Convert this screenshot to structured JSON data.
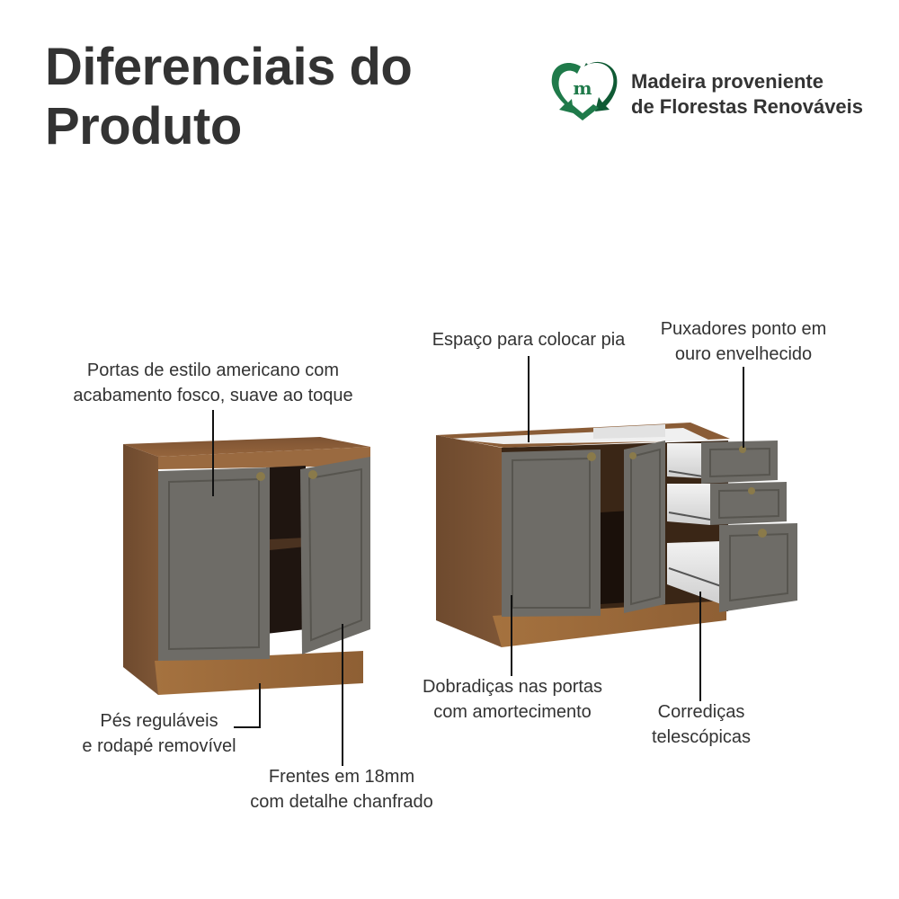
{
  "header": {
    "title_line1": "Diferenciais do",
    "title_line2": "Produto"
  },
  "badge": {
    "icon": "recycle-heart-m-icon",
    "line1": "Madeira proveniente",
    "line2": "de Florestas Renováveis",
    "color": "#1f7a4a"
  },
  "callouts": {
    "doors_style": {
      "line1": "Portas de estilo americano com",
      "line2": "acabamento fosco, suave ao toque"
    },
    "feet": {
      "line1": "Pés reguláveis",
      "line2": "e rodapé removível"
    },
    "fronts": {
      "line1": "Frentes em 18mm",
      "line2": "com detalhe chanfrado"
    },
    "sink": {
      "line1": "Espaço para colocar pia"
    },
    "handles": {
      "line1": "Puxadores ponto em",
      "line2": "ouro envelhecido"
    },
    "hinges": {
      "line1": "Dobradiças nas portas",
      "line2": "com amortecimento"
    },
    "slides": {
      "line1": "Corrediças",
      "line2": "telescópicas"
    }
  },
  "colors": {
    "wood": "#7a5232",
    "wood_light": "#9a6a40",
    "door_gray": "#6e6c67",
    "door_edge": "#5c5a55",
    "drawer_white": "#e6e6e6",
    "handle_gold": "#8a7a4a",
    "text": "#333333"
  }
}
